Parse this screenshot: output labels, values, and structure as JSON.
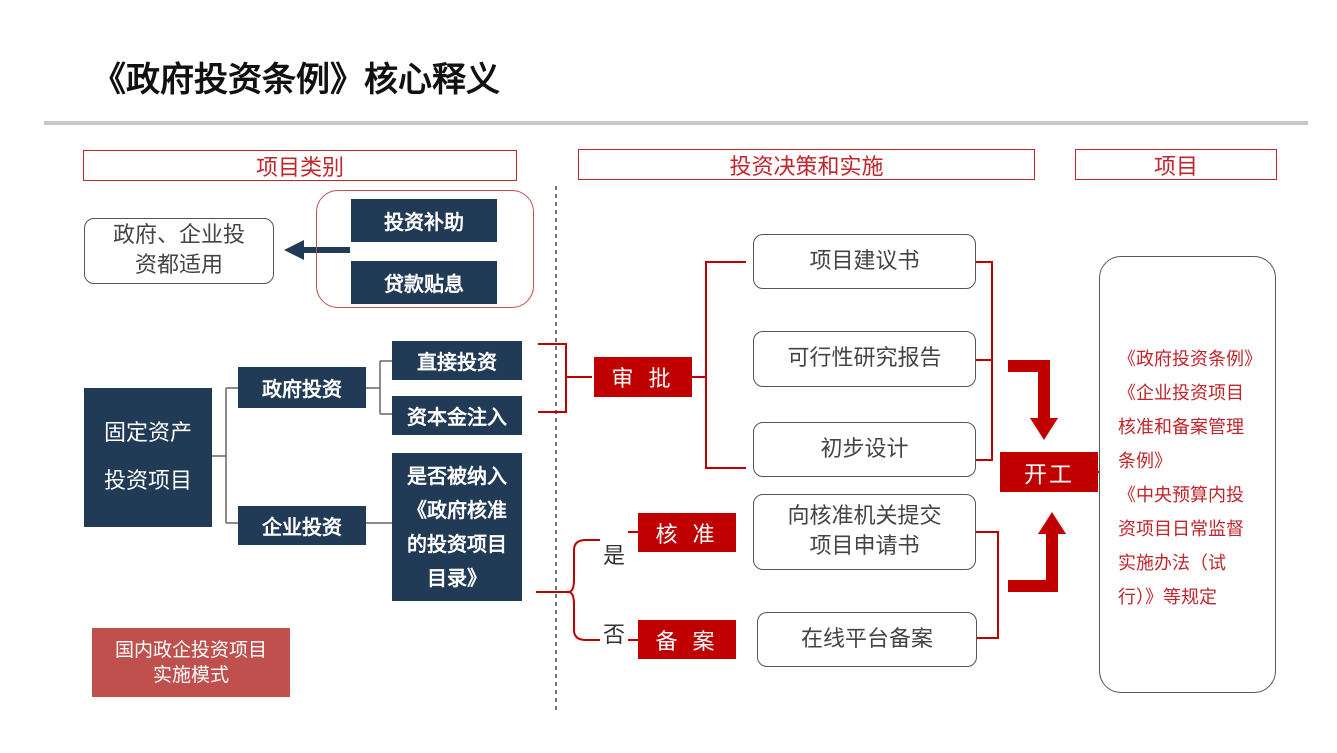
{
  "title": "《政府投资条例》核心释义",
  "headers": {
    "category": "项目类别",
    "decision": "投资决策和实施",
    "project": "项目"
  },
  "left": {
    "applicable": "政府、企业投资都适用",
    "subsidy": "投资补助",
    "loan_interest": "贷款贴息",
    "fixed_asset_line1": "固定资产",
    "fixed_asset_line2": "投资项目",
    "gov_investment": "政府投资",
    "direct_investment": "直接投资",
    "capital_injection": "资本金注入",
    "enterprise_investment": "企业投资",
    "catalog_question_line1": "是否被纳入",
    "catalog_question_line2": "《政府核准",
    "catalog_question_line3": "的投资项目",
    "catalog_question_line4": "目录》",
    "mode_note_line1": "国内政企投资项目",
    "mode_note_line2": "实施模式"
  },
  "middle": {
    "approval": "审 批",
    "verification": "核 准",
    "filing": "备 案",
    "yes": "是",
    "no": "否",
    "proposal": "项目建议书",
    "feasibility": "可行性研究报告",
    "preliminary_design": "初步设计",
    "submit_line1": "向核准机关提交",
    "submit_line2": "项目申请书",
    "online_filing": "在线平台备案",
    "start": "开工"
  },
  "right": {
    "regulations": [
      "《政府投资条例》",
      "《企业投资项目",
      "核准和备案管理",
      "条例》",
      "《中央预算内投",
      "资项目日常监督",
      "实施办法（试",
      "行）》等规定"
    ]
  },
  "colors": {
    "navy": "#213a55",
    "red": "#c00000",
    "header_red": "#c0252b",
    "note_red": "#c0504d"
  }
}
